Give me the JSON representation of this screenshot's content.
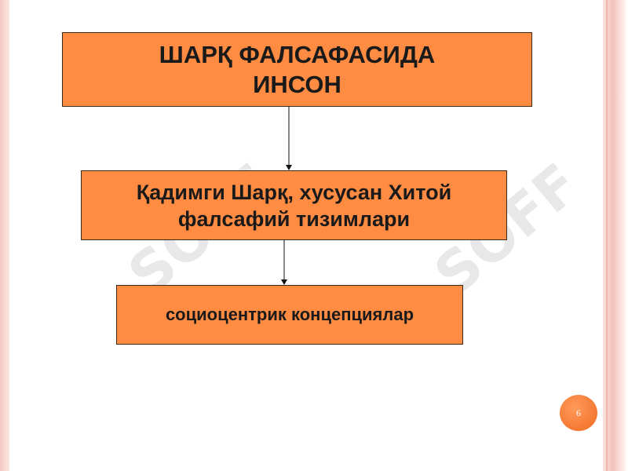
{
  "diagram": {
    "nodes": [
      {
        "id": "n1",
        "text": "ШАРҚ ФАЛСАФАСИДА\nИНСОН"
      },
      {
        "id": "n2",
        "text": "Қадимги Шарқ, хусусан Хитой\nфалсафий тизимлари"
      },
      {
        "id": "n3",
        "text": "социоцентрик концепциялар"
      }
    ],
    "edges": [
      {
        "from": "n1",
        "to": "n2"
      },
      {
        "from": "n2",
        "to": "n3"
      }
    ]
  },
  "page_number": "6",
  "colors": {
    "box_fill": "#ff8c42",
    "box_border": "#3a2a1a",
    "badge": "#f06a20"
  }
}
